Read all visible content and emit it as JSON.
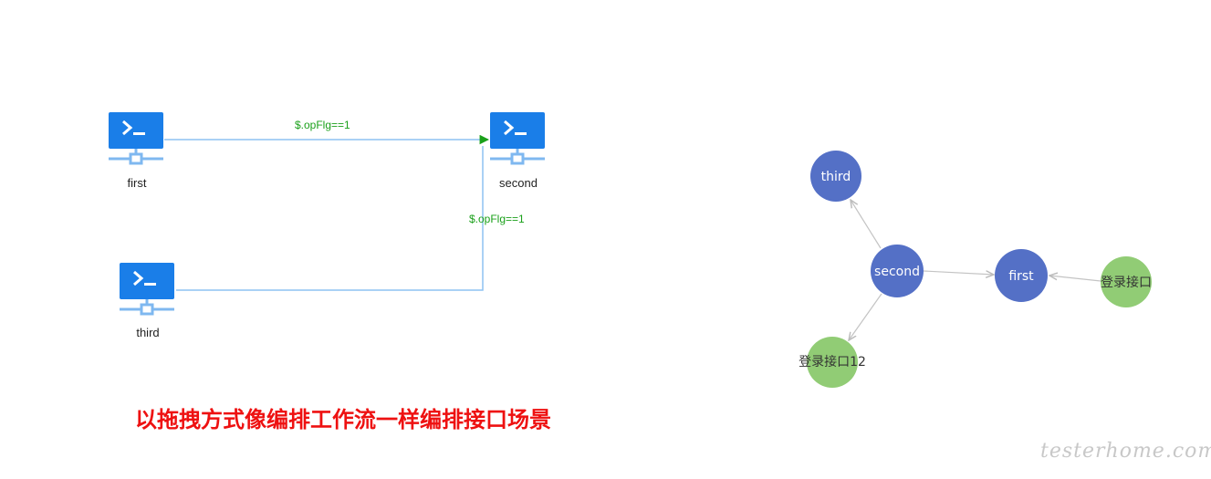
{
  "workflow": {
    "nodes": [
      {
        "id": "first",
        "label": "first"
      },
      {
        "id": "second",
        "label": "second"
      },
      {
        "id": "third",
        "label": "third"
      }
    ],
    "edges": [
      {
        "from": "first",
        "to": "second",
        "label": "$.opFlg==1"
      },
      {
        "from": "third",
        "to": "second",
        "label": "$.opFlg==1"
      }
    ],
    "colors": {
      "node": "#1a7ee8",
      "connector": "#7fb8f0",
      "edge": "#8ec2f2",
      "arrow": "#1aa01a",
      "label": "#1aa01a"
    }
  },
  "graph": {
    "nodes": [
      {
        "id": "third",
        "label": "third",
        "color": "#5470c6"
      },
      {
        "id": "second",
        "label": "second",
        "color": "#5470c6"
      },
      {
        "id": "first",
        "label": "first",
        "color": "#5470c6"
      },
      {
        "id": "login",
        "label": "登录接口",
        "color": "#91cc75"
      },
      {
        "id": "login12",
        "label": "登录接口12",
        "color": "#91cc75"
      }
    ],
    "edges": [
      {
        "from": "second",
        "to": "third"
      },
      {
        "from": "second",
        "to": "first"
      },
      {
        "from": "login",
        "to": "first"
      },
      {
        "from": "second",
        "to": "login12"
      }
    ]
  },
  "headline": "以拖拽方式像编排工作流一样编排接口场景",
  "watermark": "testerhome.com"
}
